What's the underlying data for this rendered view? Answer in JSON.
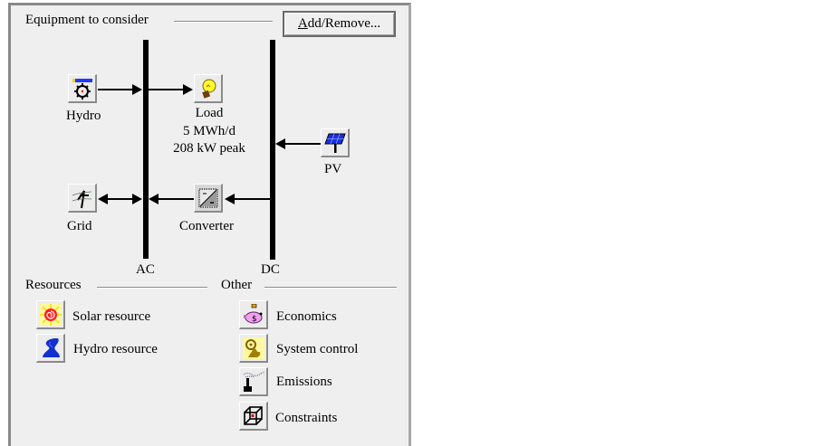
{
  "equipment": {
    "title": "Equipment to consider",
    "add_remove_label_prefix": "A",
    "add_remove_label_rest": "dd/Remove...",
    "components": {
      "hydro": {
        "label": "Hydro",
        "icon": "hydro-turbine-icon"
      },
      "load": {
        "label": "Load",
        "energy": "5 MWh/d",
        "peak": "208 kW peak",
        "icon": "light-bulb-icon"
      },
      "pv": {
        "label": "PV",
        "icon": "solar-panel-icon"
      },
      "grid": {
        "label": "Grid",
        "icon": "power-tower-icon"
      },
      "converter": {
        "label": "Converter",
        "icon": "converter-icon"
      }
    },
    "buses": {
      "ac": "AC",
      "dc": "DC"
    }
  },
  "resources": {
    "title": "Resources",
    "items": [
      {
        "label": "Solar resource",
        "icon": "sun-icon"
      },
      {
        "label": "Hydro resource",
        "icon": "water-stream-icon"
      }
    ]
  },
  "other": {
    "title": "Other",
    "items": [
      {
        "label": "Economics",
        "icon": "piggy-bank-icon"
      },
      {
        "label": "System control",
        "icon": "system-control-icon"
      },
      {
        "label": "Emissions",
        "icon": "smokestack-icon"
      },
      {
        "label": "Constraints",
        "icon": "cube-icon"
      }
    ]
  }
}
